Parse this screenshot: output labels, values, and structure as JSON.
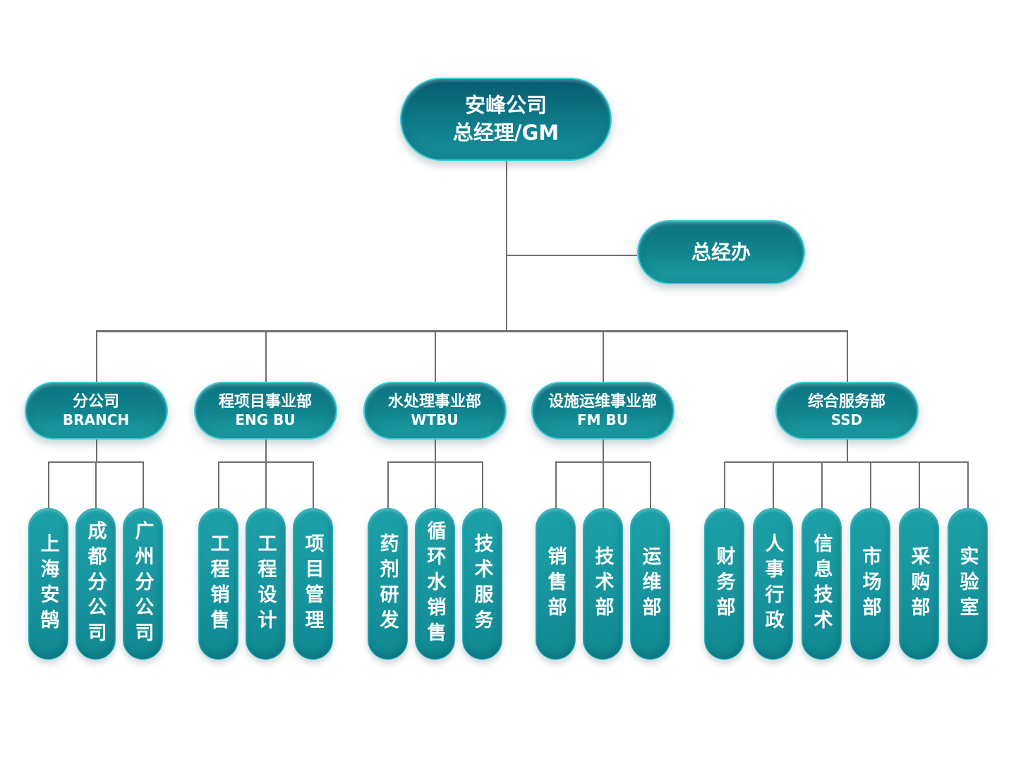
{
  "org": {
    "root": {
      "title_line1": "安峰公司",
      "title_line2": "总经理/GM"
    },
    "staff_office": {
      "label": "总经办"
    },
    "departments": [
      {
        "name_cn": "分公司",
        "name_en": "BRANCH",
        "children": [
          "上海安鹄",
          "成都分公司",
          "广州分公司"
        ]
      },
      {
        "name_cn": "程项目事业部",
        "name_en": "ENG BU",
        "children": [
          "工程销售",
          "工程设计",
          "项目管理"
        ]
      },
      {
        "name_cn": "水处理事业部",
        "name_en": "WTBU",
        "children": [
          "药剂研发",
          "循环水销售",
          "技术服务"
        ]
      },
      {
        "name_cn": "设施运维事业部",
        "name_en": "FM BU",
        "children": [
          "销售部",
          "技术部",
          "运维部"
        ]
      },
      {
        "name_cn": "综合服务部",
        "name_en": "SSD",
        "children": [
          "财务部",
          "人事行政",
          "信息技术",
          "市场部",
          "采购部",
          "实验室"
        ]
      }
    ],
    "colors": {
      "node_fill_top": "#0d7381",
      "node_fill_bottom": "#1fa3ab",
      "node_border": "#38cdda",
      "root_fill_top": "#085a70",
      "connector_line": "#6f6f6f",
      "background": "#ffffff",
      "text": "#ffffff"
    }
  }
}
